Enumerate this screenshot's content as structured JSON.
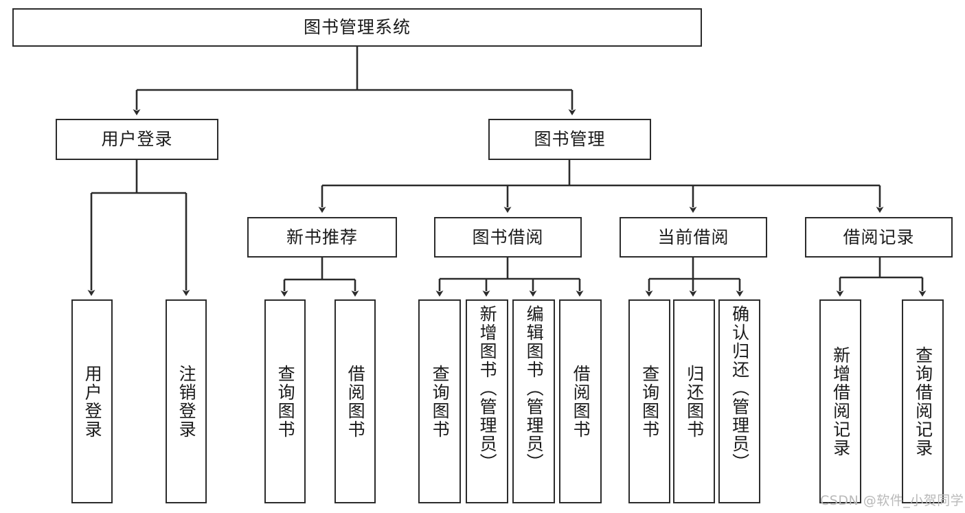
{
  "diagram": {
    "title": "图书管理系统",
    "type": "hierarchy-tree",
    "root": {
      "id": "root",
      "label": "图书管理系统"
    },
    "level2": [
      {
        "id": "user-login",
        "label": "用户登录"
      },
      {
        "id": "book-management",
        "label": "图书管理"
      }
    ],
    "level3": [
      {
        "id": "new-book-recommend",
        "label": "新书推荐",
        "parent": "book-management"
      },
      {
        "id": "book-borrow",
        "label": "图书借阅",
        "parent": "book-management"
      },
      {
        "id": "current-borrow",
        "label": "当前借阅",
        "parent": "book-management"
      },
      {
        "id": "borrow-record",
        "label": "借阅记录",
        "parent": "book-management"
      }
    ],
    "leaves": {
      "user_login": [
        {
          "id": "leaf-user-login",
          "label": "用户登录"
        },
        {
          "id": "leaf-logout-login",
          "label": "注销登录"
        }
      ],
      "new_book_recommend": [
        {
          "id": "leaf-query-book-1",
          "label": "查询图书"
        },
        {
          "id": "leaf-borrow-book-1",
          "label": "借阅图书"
        }
      ],
      "book_borrow": [
        {
          "id": "leaf-query-book-2",
          "label": "查询图书"
        },
        {
          "id": "leaf-add-book",
          "label": "新增图书（管理员）"
        },
        {
          "id": "leaf-edit-book",
          "label": "编辑图书（管理员）"
        },
        {
          "id": "leaf-borrow-book-2",
          "label": "借阅图书"
        }
      ],
      "current_borrow": [
        {
          "id": "leaf-query-book-3",
          "label": "查询图书"
        },
        {
          "id": "leaf-return-book",
          "label": "归还图书"
        },
        {
          "id": "leaf-confirm-return",
          "label": "确认归还（管理员）"
        }
      ],
      "borrow_record": [
        {
          "id": "leaf-add-record",
          "label": "新增借阅记录"
        },
        {
          "id": "leaf-query-record",
          "label": "查询借阅记录"
        }
      ]
    }
  },
  "watermark": {
    "text": "CSDN @软件_小贺同学"
  },
  "colors": {
    "stroke": "#2b2b2b",
    "background": "#ffffff",
    "text": "#1a1a1a",
    "watermark": "#b9b9b9"
  }
}
